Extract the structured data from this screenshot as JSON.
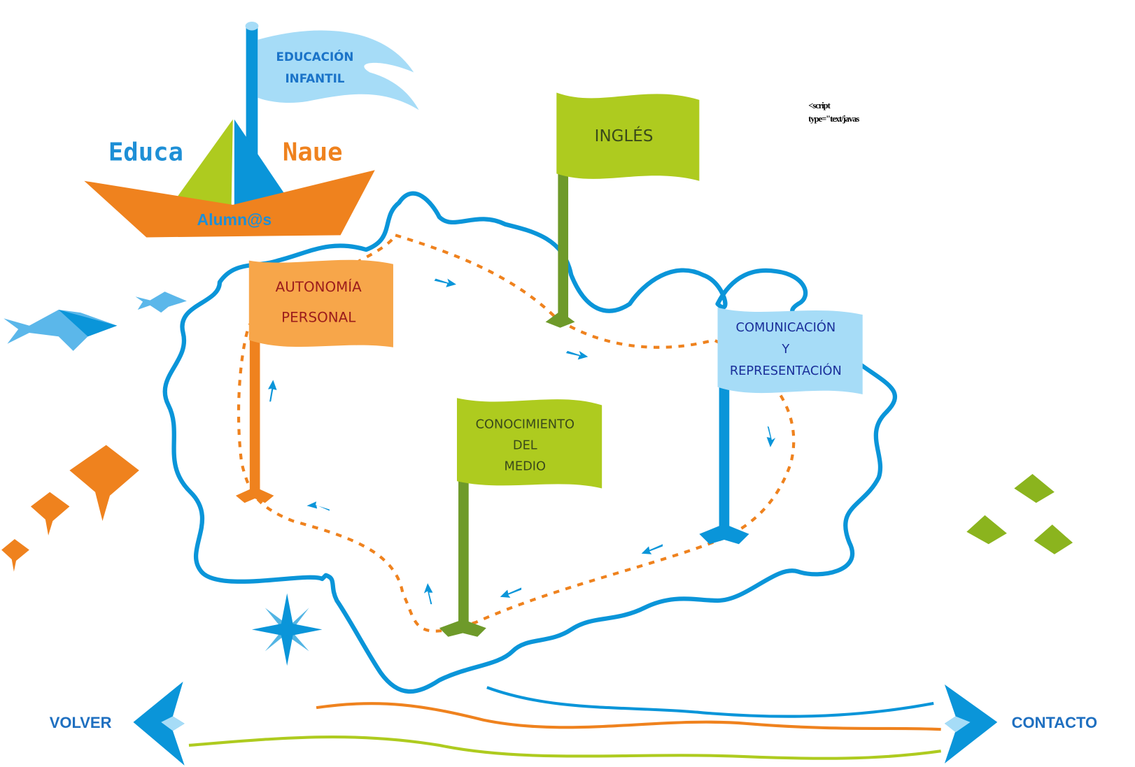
{
  "logo": {
    "flag_line1": "EDUCACIÓN",
    "flag_line2": "INFANTIL",
    "word_left": "Educa",
    "word_right": "Naue",
    "hull_text": "Alumn@s"
  },
  "flags": {
    "ingles": {
      "label": "INGLÉS",
      "color": "#aecb1f"
    },
    "autonomia": {
      "line1": "AUTONOMÍA",
      "line2": "PERSONAL",
      "color": "#f7a64a"
    },
    "comunicacion": {
      "line1": "COMUNICACIÓN",
      "line2": "Y",
      "line3": "REPRESENTACIÓN",
      "color": "#a6dcf7"
    },
    "conocimiento": {
      "line1": "CONOCIMIENTO",
      "line2": "DEL",
      "line3": "MEDIO",
      "color": "#aecb1f"
    }
  },
  "broken_script": {
    "line1": "<script",
    "line2": "type=\"text/javas"
  },
  "nav": {
    "back_label": "VOLVER",
    "contact_label": "CONTACTO"
  },
  "colors": {
    "blue": "#0a95d9",
    "orange": "#ef821e",
    "green": "#aecb1f",
    "dark_blue": "#1a73c8",
    "dark_red": "#9b1c1c"
  }
}
